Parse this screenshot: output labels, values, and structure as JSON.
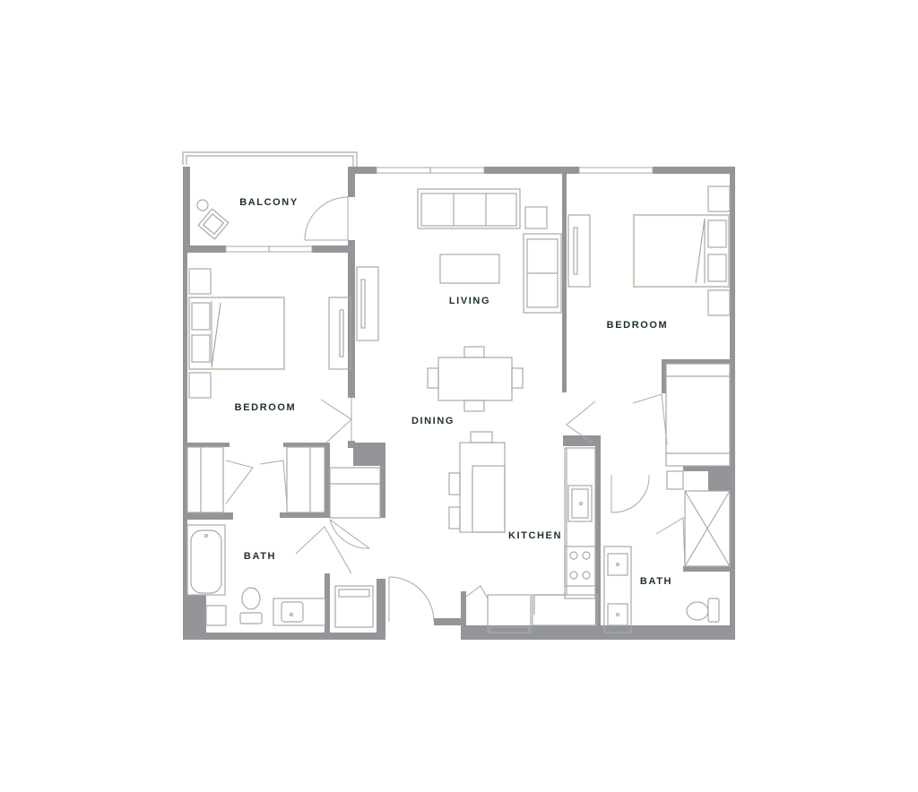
{
  "floorplan": {
    "rooms": {
      "balcony": "BALCONY",
      "living": "LIVING",
      "dining": "DINING",
      "kitchen": "KITCHEN",
      "bedroom_left": "BEDROOM",
      "bedroom_right": "BEDROOM",
      "bath_left": "BATH",
      "bath_right": "BATH"
    },
    "colors": {
      "wall": "#939598",
      "fixture_line": "#a7a9ac",
      "bed_outline": "#cfc8bd",
      "label": "#1f2f2d",
      "background": "#ffffff"
    }
  }
}
